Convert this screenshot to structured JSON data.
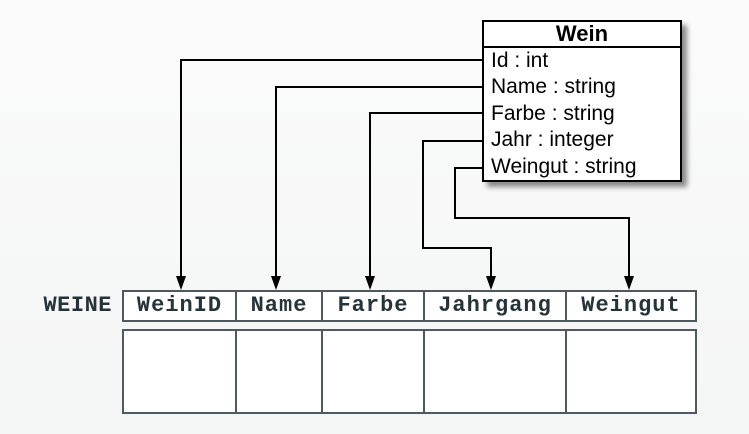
{
  "diagram": {
    "uml_class": {
      "title": "Wein",
      "attributes": [
        "Id : int",
        "Name : string",
        "Farbe : string",
        "Jahr : integer",
        "Weingut : string"
      ]
    },
    "table": {
      "label": "WEINE",
      "columns": [
        "WeinID",
        "Name",
        "Farbe",
        "Jahrgang",
        "Weingut"
      ],
      "body_rows": 1
    },
    "mappings": [
      {
        "from": "Id",
        "to": "WeinID"
      },
      {
        "from": "Name",
        "to": "Name"
      },
      {
        "from": "Farbe",
        "to": "Farbe"
      },
      {
        "from": "Jahr",
        "to": "Jahrgang"
      },
      {
        "from": "Weingut",
        "to": "Weingut"
      }
    ],
    "colors": {
      "background": "#f9fafa",
      "class_background": "#ffffff",
      "class_border": "#000000",
      "connector": "#000000",
      "table_border": "#4e5a60",
      "table_text": "#263338",
      "table_background": "#ffffff"
    }
  }
}
